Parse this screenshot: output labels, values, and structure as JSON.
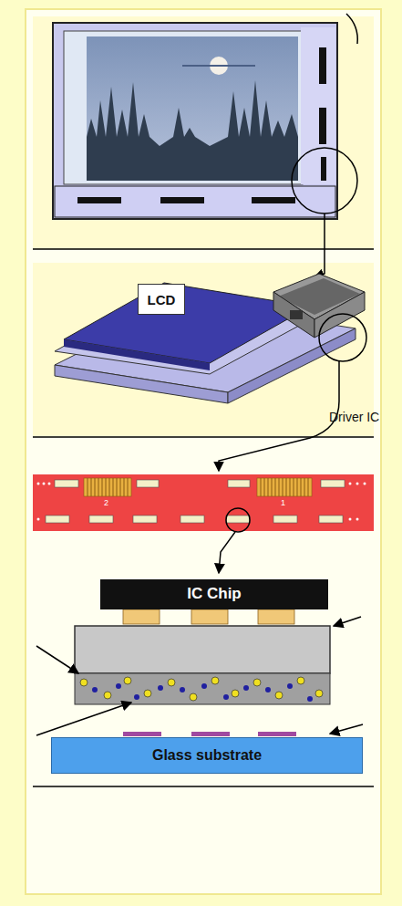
{
  "diagram": {
    "nodes": [
      {
        "text": [
          "LCD"
        ]
      },
      {
        "text": [
          "IC Chip"
        ]
      },
      {
        "text": [
          "Glass substrate"
        ]
      }
    ],
    "labels": [
      "Driver IC",
      "2",
      "1"
    ]
  }
}
